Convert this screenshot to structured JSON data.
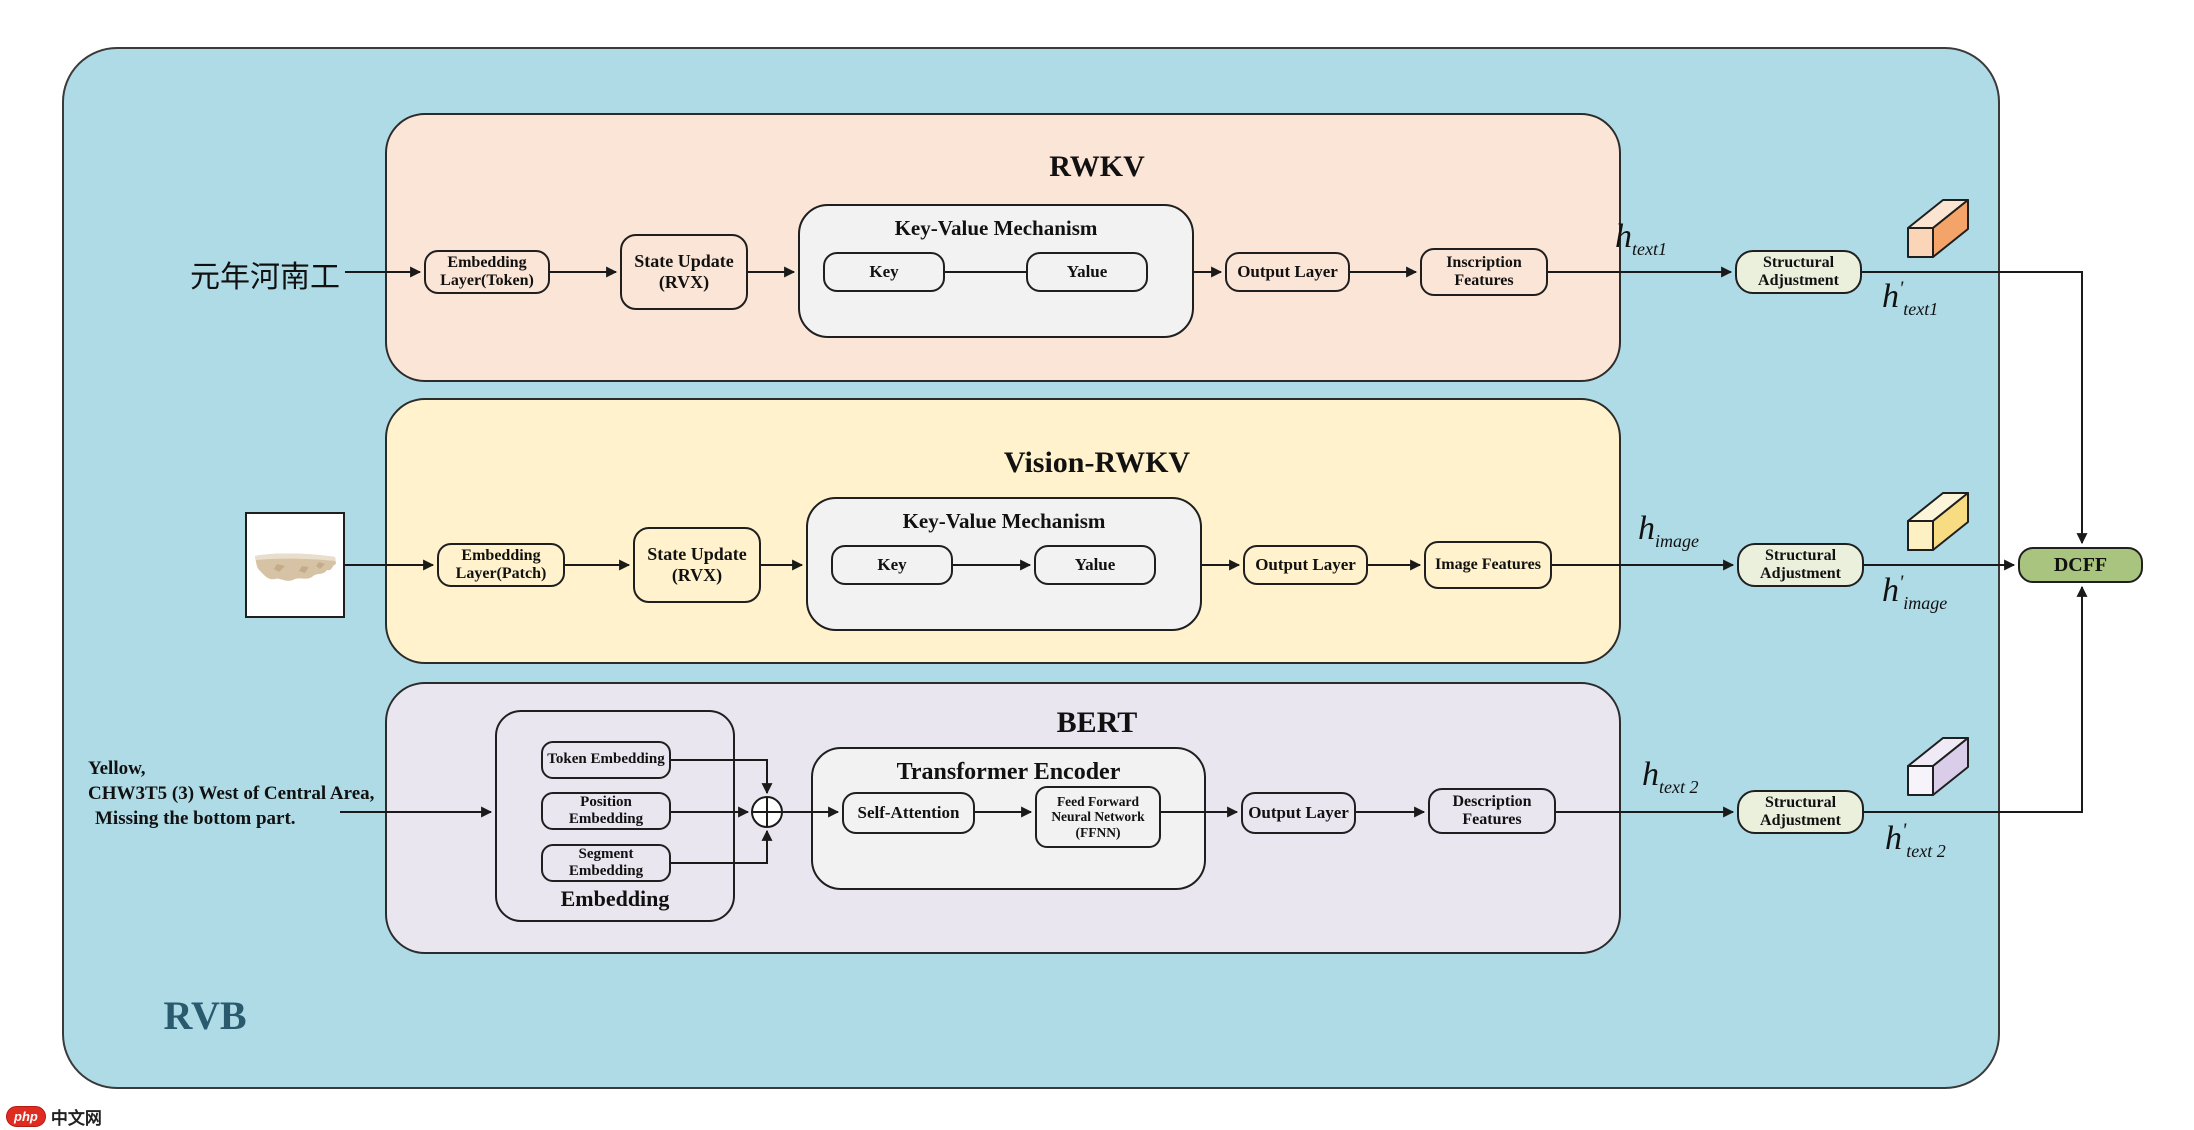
{
  "outer_label": "RVB",
  "dcff_label": "DCFF",
  "colors": {
    "outer_bg": "#afdbe6",
    "rwkv_bg": "#fbe5d6",
    "vision_bg": "#fff2cc",
    "bert_bg": "#e9e6f0",
    "mechanism_bg": "#f2f2f2",
    "adjust_bg": "#eaf0dc",
    "dcff_bg": "#a9c47e",
    "cube_text1": "#f4a468",
    "cube_image": "#f8dc81",
    "cube_text2": "#d9cde9"
  },
  "rwkv": {
    "title": "RWKV",
    "input": "元年河南工",
    "embedding": "Embedding Layer(Token)",
    "state_update": "State Update (RVX)",
    "kv_title": "Key-Value Mechanism",
    "key": "Key",
    "value": "Yalue",
    "output": "Output Layer",
    "features": "Inscription Features",
    "adjust": "Structural Adjustment",
    "h": {
      "base": "h",
      "sub": "text1"
    },
    "h_prime": {
      "base": "h",
      "prime": "'",
      "sub": "text1"
    }
  },
  "vision": {
    "title": "Vision-RWKV",
    "embedding": "Embedding Layer(Patch)",
    "state_update": "State Update (RVX)",
    "kv_title": "Key-Value Mechanism",
    "key": "Key",
    "value": "Yalue",
    "output": "Output Layer",
    "features": "Image Features",
    "adjust": "Structural Adjustment",
    "h": {
      "base": "h",
      "sub": "image"
    },
    "h_prime": {
      "base": "h",
      "prime": "'",
      "sub": "image"
    }
  },
  "bert": {
    "title": "BERT",
    "input_lines": [
      "Yellow,",
      "CHW3T5 (3) West of Central Area,",
      "Missing the bottom part."
    ],
    "embedding_group": {
      "label": "Embedding",
      "token": "Token Embedding",
      "position": "Position Embedding",
      "segment": "Segment Embedding"
    },
    "encoder": {
      "title": "Transformer Encoder",
      "self_attention": "Self-Attention",
      "ffnn": "Feed Forward Neural Network (FFNN)"
    },
    "output": "Output Layer",
    "features": "Description Features",
    "adjust": "Structural Adjustment",
    "h": {
      "base": "h",
      "sub": "text 2"
    },
    "h_prime": {
      "base": "h",
      "prime": "'",
      "sub": "text 2"
    }
  },
  "watermark": {
    "badge": "php",
    "site": "中文网"
  }
}
